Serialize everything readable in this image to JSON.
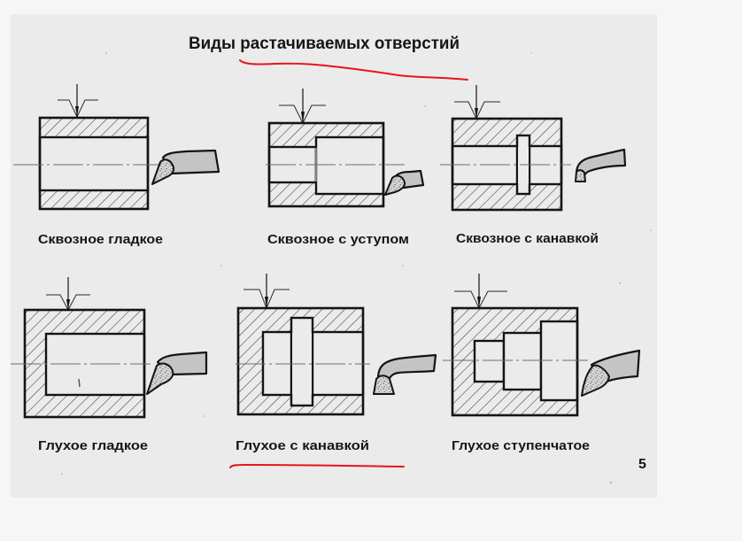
{
  "document": {
    "title": "Виды растачиваемых отверстий",
    "page_number": "5",
    "colors": {
      "viewer_background": "#f6f6f6",
      "paper": "#ebebeb",
      "ink": "#141414",
      "annotation_red": "#e8141c",
      "tool_fill": "#c4c4c4"
    }
  },
  "figures": [
    {
      "id": "through-smooth",
      "label": "Сквозное гладкое",
      "hole_type": "through",
      "bore_profile": "smooth",
      "tool_icon": "boring-tool-through-icon"
    },
    {
      "id": "through-shoulder",
      "label": "Сквозное с уступом",
      "hole_type": "through",
      "bore_profile": "shoulder",
      "tool_icon": "boring-tool-shoulder-icon"
    },
    {
      "id": "through-groove",
      "label": "Сквозное с канавкой",
      "hole_type": "through",
      "bore_profile": "groove",
      "tool_icon": "grooving-tool-icon"
    },
    {
      "id": "blind-smooth",
      "label": "Глухое гладкое",
      "hole_type": "blind",
      "bore_profile": "smooth",
      "tool_icon": "boring-tool-blind-icon"
    },
    {
      "id": "blind-groove",
      "label": "Глухое с канавкой",
      "hole_type": "blind",
      "bore_profile": "groove",
      "tool_icon": "grooving-tool-icon"
    },
    {
      "id": "blind-stepped",
      "label": "Глухое ступенчатое",
      "hole_type": "blind",
      "bore_profile": "stepped",
      "tool_icon": "boring-tool-blind-icon"
    }
  ],
  "annotations": {
    "title_underline": "red hand-drawn underline beneath title",
    "label_underline": "red hand-drawn underline beneath «Глухое с канавкой»"
  }
}
